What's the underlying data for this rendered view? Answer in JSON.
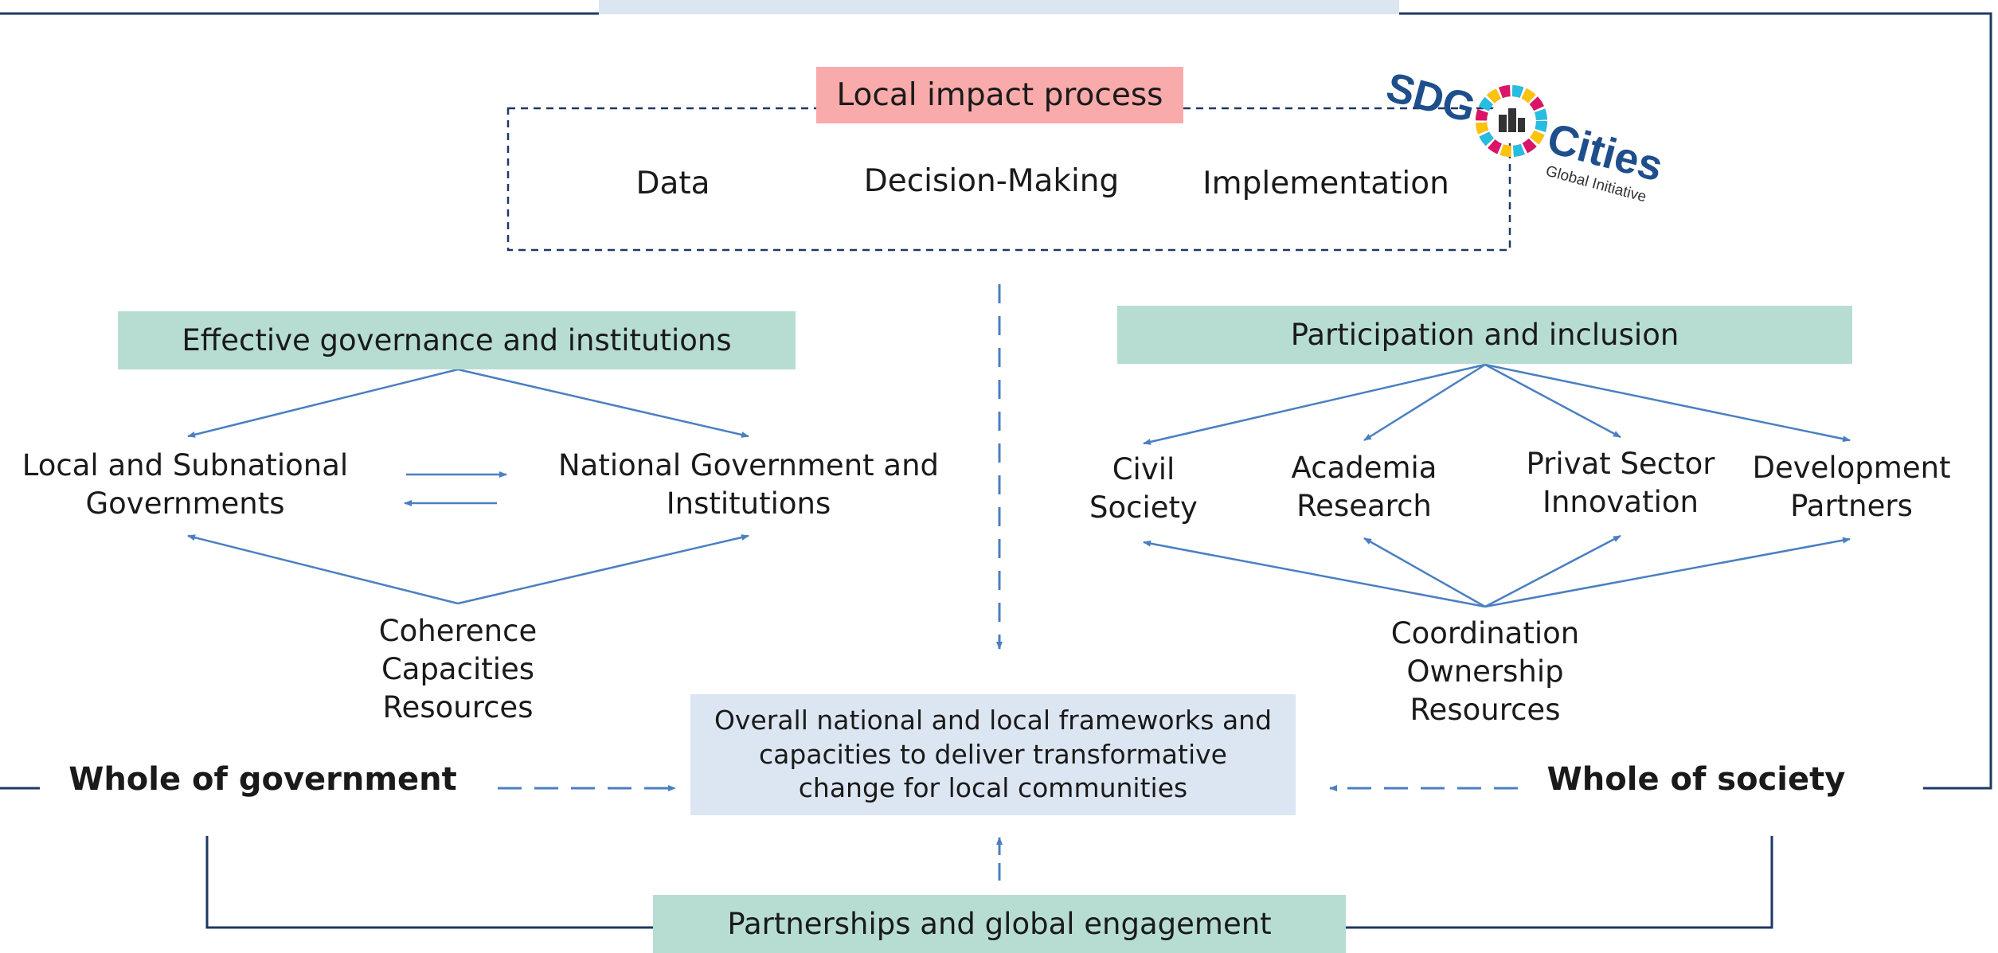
{
  "process": {
    "title": "Local impact process",
    "steps": [
      "Data",
      "Decision-Making",
      "Implementation"
    ]
  },
  "logo": {
    "top": "SDG",
    "main": "Cities",
    "sub": "Global Initiative"
  },
  "governance": {
    "header": "Effective governance and institutions",
    "left_node": [
      "Local and Subnational",
      "Governments"
    ],
    "right_node": [
      "National Government and",
      "Institutions"
    ],
    "enablers": [
      "Coherence",
      "Capacities",
      "Resources"
    ]
  },
  "participation": {
    "header": "Participation and inclusion",
    "actors": [
      [
        "Civil",
        "Society"
      ],
      [
        "Academia",
        "Research"
      ],
      [
        "Privat Sector",
        "Innovation"
      ],
      [
        "Development",
        "Partners"
      ]
    ],
    "enablers": [
      "Coordination",
      "Ownership",
      "Resources"
    ]
  },
  "center": {
    "lines": [
      "Overall national and local frameworks and",
      "capacities to deliver transformative",
      "change for local communities"
    ]
  },
  "whole_of_government": "Whole of government",
  "whole_of_society": "Whole of society",
  "partnerships": "Partnerships and global engagement",
  "colors": {
    "teal": "#b7ddd3",
    "pink": "#f9aaaa",
    "light_blue": "#dce6f2",
    "navy": "#1f3864",
    "arrow_blue": "#4a7fc1"
  }
}
